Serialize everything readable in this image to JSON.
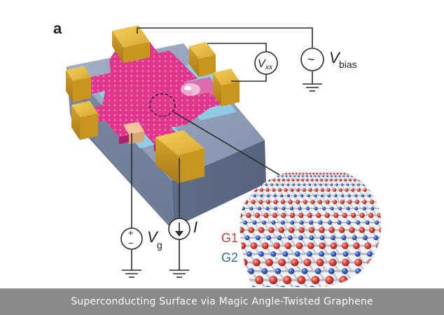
{
  "panel_label": "a",
  "meters": {
    "vxx_main": "V",
    "vxx_sub": "xx",
    "bias_source_symbol": "~",
    "vbias_main": "V",
    "vbias_sub": "bias",
    "gate_plus": "+",
    "gate_minus": "−",
    "vg_main": "V",
    "vg_sub": "g",
    "current_label": "I"
  },
  "legend": {
    "g1_label": "G1",
    "g2_label": "G2"
  },
  "colors": {
    "substrate_top": "#8d9bb5",
    "substrate_side": "#6f7e9a",
    "gold": "#e6b83a",
    "gold_dark": "#b88a1e",
    "channel": "#e0358d",
    "channel_dark": "#b01f6c",
    "spacer": "#8fd0ea",
    "atom_g1": "#d9443a",
    "atom_g2": "#3c62c8",
    "bond": "#b8bcc4",
    "g1_label_color": "#d23a34",
    "g2_label_color": "#3a62c4",
    "caption_bg": "#8a8a8a"
  },
  "caption": "Superconducting Surface via Magic Angle-Twisted Graphene"
}
